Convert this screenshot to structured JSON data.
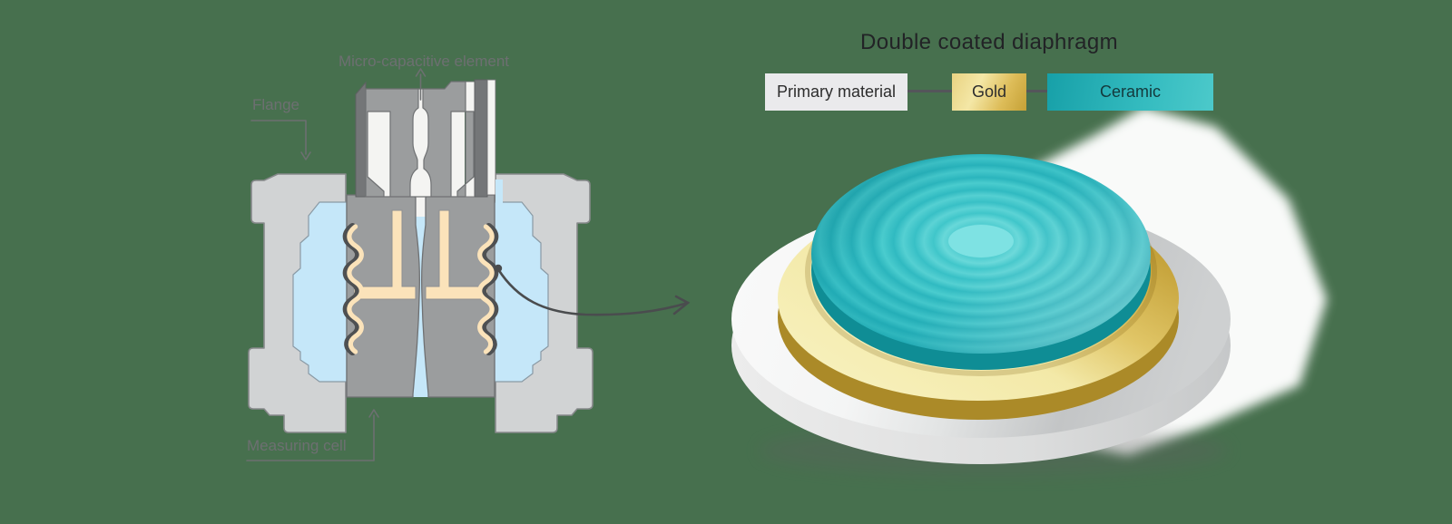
{
  "colors": {
    "background": "#47704E",
    "flange_gray": "#D1D3D4",
    "block_gray": "#9B9D9E",
    "fluid_blue": "#C5E7F9",
    "oil_cream": "#FBE3BA",
    "gold": "#D9B948",
    "ceramic_teal": "#2BB6BD",
    "primary_gray": "#EAEAEC"
  },
  "left_diagram": {
    "labels": {
      "micro_capacitive": "Micro-capacitive element",
      "flange": "Flange",
      "measuring_cell": "Measuring cell"
    }
  },
  "right_diagram": {
    "title": "Double coated diaphragm",
    "legend": [
      {
        "id": "primary",
        "label": "Primary material"
      },
      {
        "id": "gold",
        "label": "Gold"
      },
      {
        "id": "ceramic",
        "label": "Ceramic"
      }
    ]
  }
}
